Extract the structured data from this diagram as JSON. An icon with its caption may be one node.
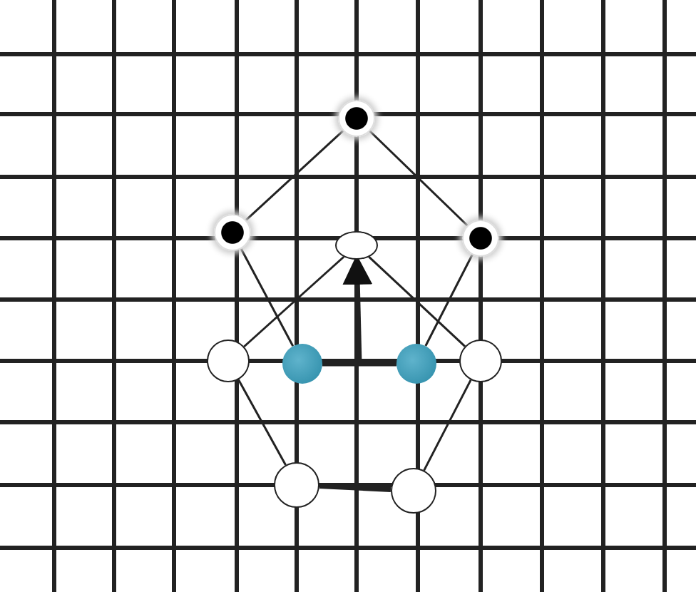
{
  "diagram": {
    "nodes": [
      {
        "text": [],
        "shape": "circle"
      },
      {
        "text": [],
        "shape": "circle"
      },
      {
        "text": [],
        "shape": "circle"
      },
      {
        "text": [],
        "shape": "circle"
      },
      {
        "text": [],
        "shape": "circle"
      },
      {
        "text": [],
        "shape": "circle"
      },
      {
        "text": [],
        "shape": "circle"
      },
      {
        "text": [],
        "shape": "circle"
      },
      {
        "text": [],
        "shape": "circle"
      },
      {
        "text": [],
        "shape": "circle"
      }
    ],
    "edges": [
      {
        "from": 0,
        "to": 1,
        "arrow": "none"
      },
      {
        "from": 0,
        "to": 2,
        "arrow": "none"
      },
      {
        "from": 1,
        "to": 5,
        "arrow": "none"
      },
      {
        "from": 2,
        "to": 6,
        "arrow": "none"
      },
      {
        "from": 3,
        "to": 4,
        "arrow": "none"
      },
      {
        "from": 3,
        "to": 7,
        "arrow": "none"
      },
      {
        "from": 5,
        "to": 6,
        "arrow": "none",
        "style": "thick"
      },
      {
        "from": null,
        "to": 3,
        "arrow": "to",
        "style": "thick"
      },
      {
        "from": 4,
        "to": 8,
        "arrow": "none"
      },
      {
        "from": 7,
        "to": 9,
        "arrow": "none"
      },
      {
        "from": 8,
        "to": 9,
        "arrow": "none",
        "style": "thick"
      }
    ]
  }
}
